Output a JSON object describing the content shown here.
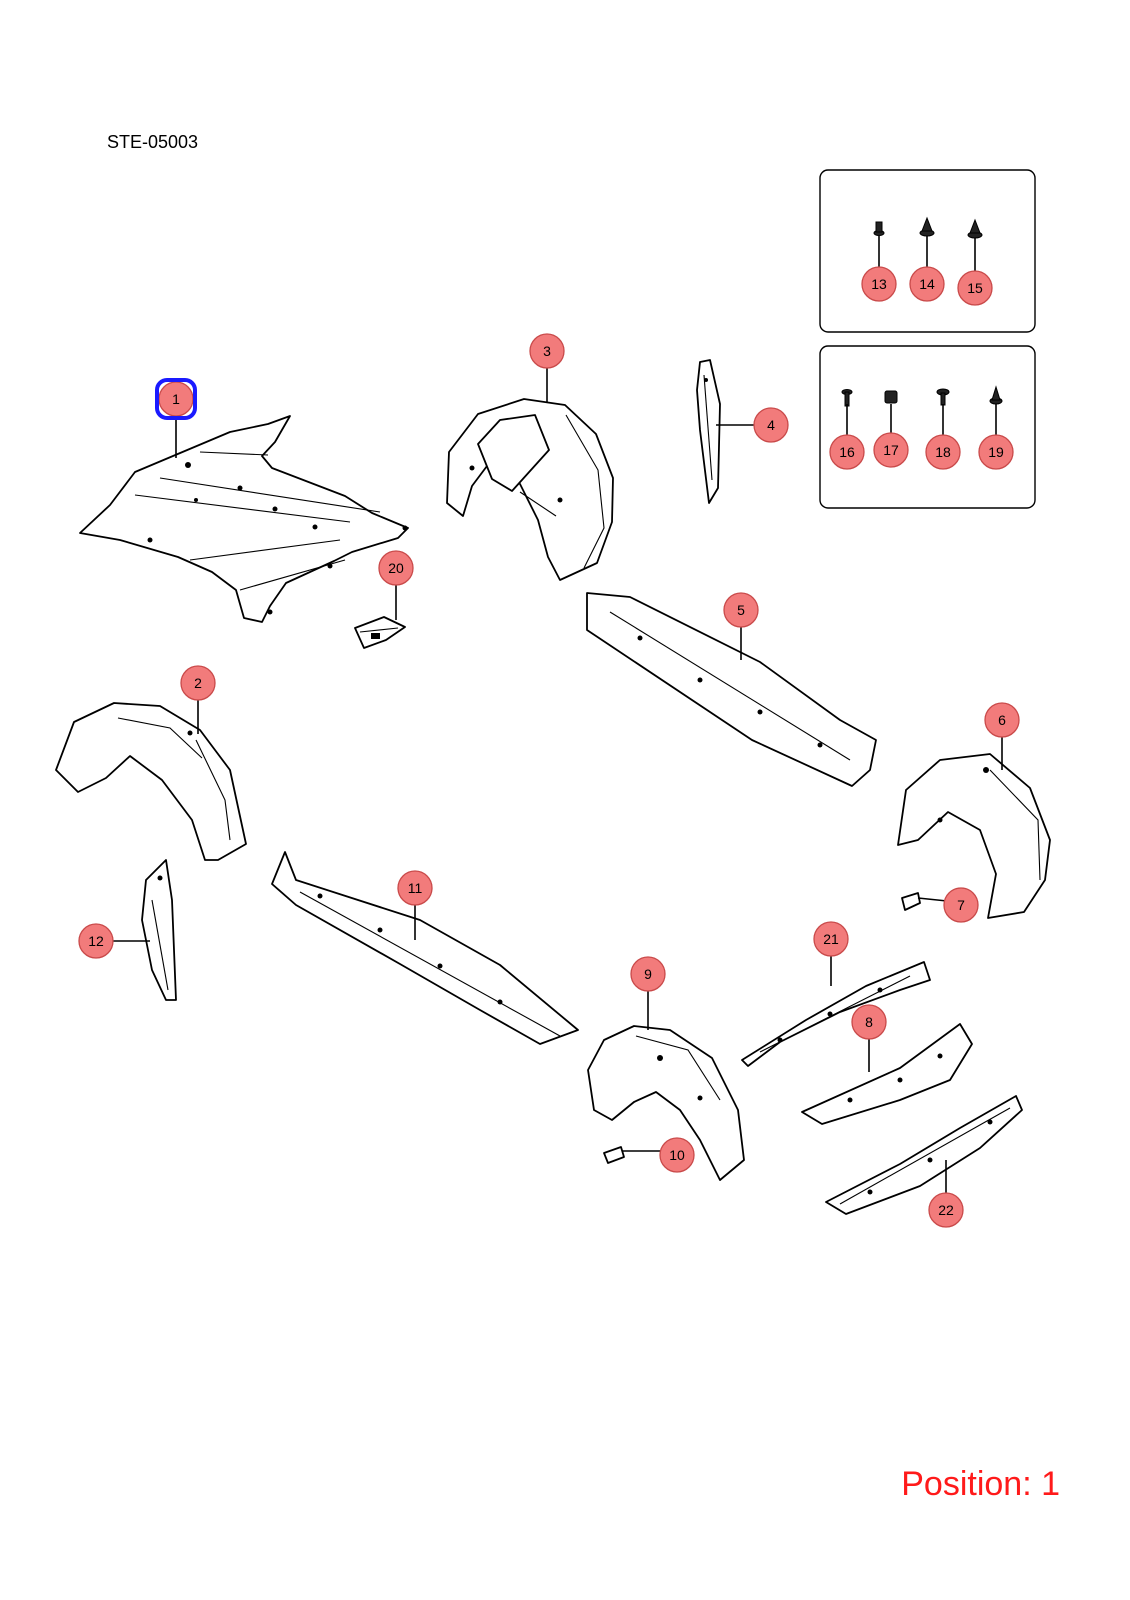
{
  "diagram_code": "STE-05003",
  "position_text": "Position: 1",
  "selected_callout": "1",
  "colors": {
    "callout_fill": "#f27b7b",
    "callout_stroke": "#c94a4a",
    "highlight": "#1a1aff",
    "position_text": "#ff1a1a"
  },
  "callouts": [
    {
      "id": "1",
      "label": "1"
    },
    {
      "id": "2",
      "label": "2"
    },
    {
      "id": "3",
      "label": "3"
    },
    {
      "id": "4",
      "label": "4"
    },
    {
      "id": "5",
      "label": "5"
    },
    {
      "id": "6",
      "label": "6"
    },
    {
      "id": "7",
      "label": "7"
    },
    {
      "id": "8",
      "label": "8"
    },
    {
      "id": "9",
      "label": "9"
    },
    {
      "id": "10",
      "label": "10"
    },
    {
      "id": "11",
      "label": "11"
    },
    {
      "id": "12",
      "label": "12"
    },
    {
      "id": "13",
      "label": "13"
    },
    {
      "id": "14",
      "label": "14"
    },
    {
      "id": "15",
      "label": "15"
    },
    {
      "id": "16",
      "label": "16"
    },
    {
      "id": "17",
      "label": "17"
    },
    {
      "id": "18",
      "label": "18"
    },
    {
      "id": "19",
      "label": "19"
    },
    {
      "id": "20",
      "label": "20"
    },
    {
      "id": "21",
      "label": "21"
    },
    {
      "id": "22",
      "label": "22"
    }
  ]
}
